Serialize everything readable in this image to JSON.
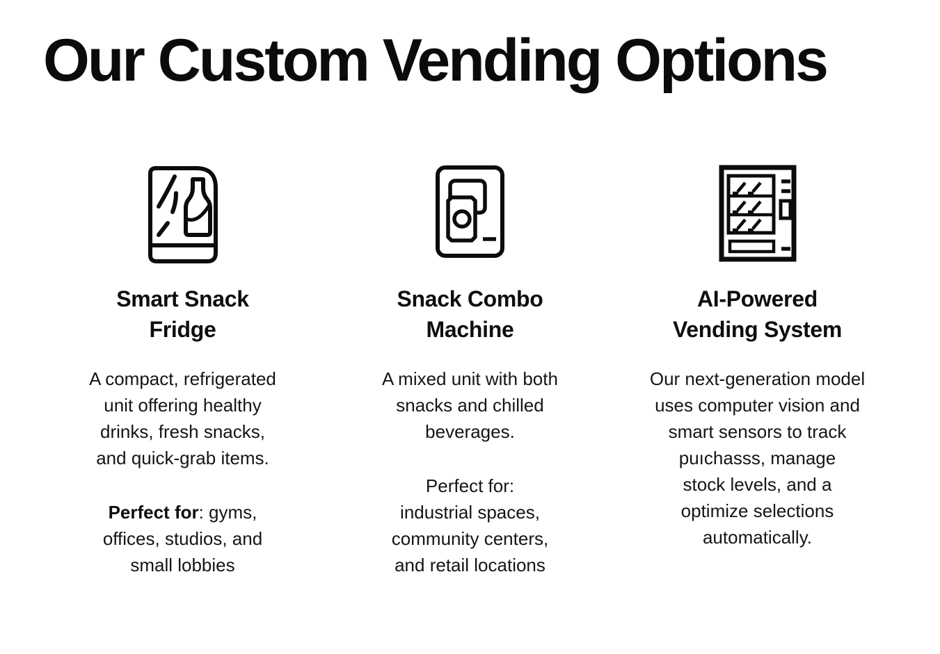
{
  "page": {
    "background": "#ffffff",
    "text_color": "#111111",
    "title": "Our Custom Vending Options"
  },
  "cards": [
    {
      "icon": "smart-snack-fridge-icon",
      "title": "Smart Snack\nFridge",
      "description": "A compact, refrigerated\nunit offering healthy\ndrinks, fresh snacks,\nand quick-grab items.",
      "perfect_for_label": "Perfect for",
      "perfect_for_rest": ": gyms,\noffices, studios, and\nsmall lobbies"
    },
    {
      "icon": "snack-combo-machine-icon",
      "title": "Snack Combo\nMachine",
      "description": "A mixed unit with both\nsnacks and chilled\nbeverages.",
      "perfect_for": "Perfect for:\nindustrial spaces,\ncommunity centers,\nand retail locations"
    },
    {
      "icon": "ai-powered-vending-icon",
      "title": "AI-Powered\nVending System",
      "description": "Our next-generation model\nuses computer vision and\nsmart sensors to track\npuıchasss, manage\nstock levels, and a\noptimize selections\nautomatically."
    }
  ]
}
